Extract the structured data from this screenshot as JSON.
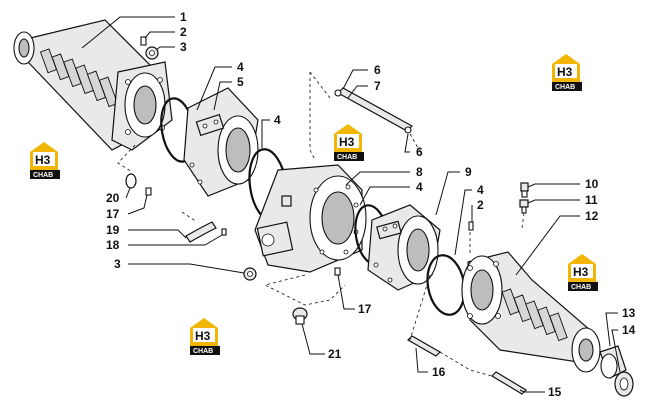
{
  "callouts": [
    {
      "id": "1",
      "label": "1"
    },
    {
      "id": "2a",
      "label": "2"
    },
    {
      "id": "3a",
      "label": "3"
    },
    {
      "id": "4a",
      "label": "4"
    },
    {
      "id": "5",
      "label": "5"
    },
    {
      "id": "4b",
      "label": "4"
    },
    {
      "id": "6a",
      "label": "6"
    },
    {
      "id": "7",
      "label": "7"
    },
    {
      "id": "6b",
      "label": "6"
    },
    {
      "id": "8",
      "label": "8"
    },
    {
      "id": "4c",
      "label": "4"
    },
    {
      "id": "9",
      "label": "9"
    },
    {
      "id": "4d",
      "label": "4"
    },
    {
      "id": "2b",
      "label": "2"
    },
    {
      "id": "10",
      "label": "10"
    },
    {
      "id": "11",
      "label": "11"
    },
    {
      "id": "12",
      "label": "12"
    },
    {
      "id": "20",
      "label": "20"
    },
    {
      "id": "17a",
      "label": "17"
    },
    {
      "id": "19",
      "label": "19"
    },
    {
      "id": "18",
      "label": "18"
    },
    {
      "id": "3b",
      "label": "3"
    },
    {
      "id": "17b",
      "label": "17"
    },
    {
      "id": "21",
      "label": "21"
    },
    {
      "id": "16",
      "label": "16"
    },
    {
      "id": "13",
      "label": "13"
    },
    {
      "id": "14",
      "label": "14"
    },
    {
      "id": "15",
      "label": "15"
    }
  ],
  "watermarks": [
    {
      "id": "wm-1",
      "mark": "H3",
      "sub": "CHAB"
    },
    {
      "id": "wm-2",
      "mark": "H3",
      "sub": "CHAB"
    },
    {
      "id": "wm-3",
      "mark": "H3",
      "sub": "CHAB"
    },
    {
      "id": "wm-4",
      "mark": "H3",
      "sub": "CHAB"
    },
    {
      "id": "wm-5",
      "mark": "H3",
      "sub": "CHAB"
    }
  ],
  "colors": {
    "ink": "#111111",
    "logo_yellow": "#f2b705",
    "part_fill": "#e9e9e9"
  }
}
